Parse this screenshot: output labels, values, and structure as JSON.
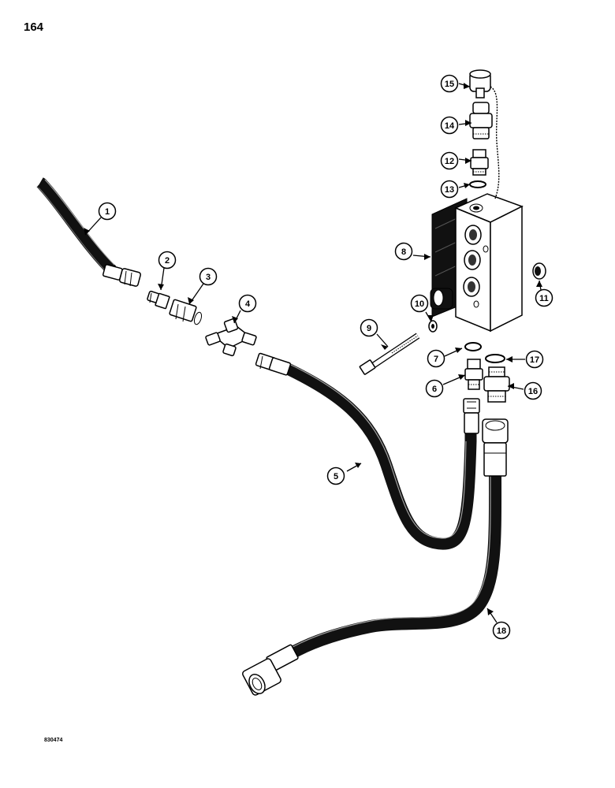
{
  "page_number": "164",
  "figure_code": "830474",
  "callouts": [
    "1",
    "2",
    "3",
    "4",
    "5",
    "6",
    "7",
    "8",
    "9",
    "10",
    "11",
    "12",
    "13",
    "14",
    "15",
    "16",
    "17",
    "18"
  ],
  "colors": {
    "ink": "#000000",
    "paper": "#ffffff",
    "hose": "#111111"
  }
}
